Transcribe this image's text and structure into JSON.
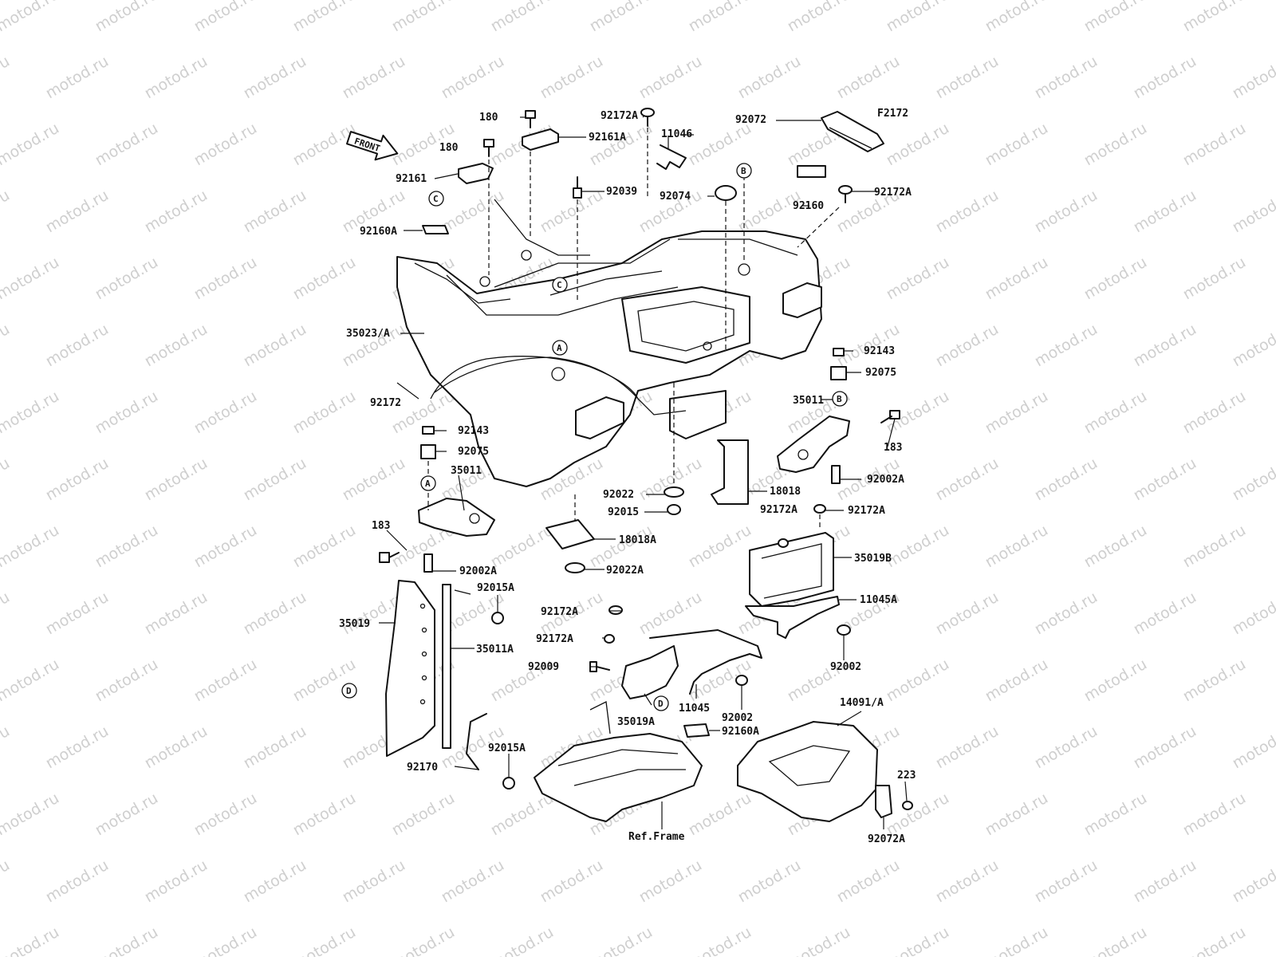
{
  "diagram_code": "F2172",
  "front_label": "FRONT",
  "watermark": "motod.ru",
  "ref_marks": {
    "a": "A",
    "b": "B",
    "c": "C",
    "d": "D"
  },
  "labels": {
    "p180_a": "180",
    "p92172A_top": "92172A",
    "p92072": "92072",
    "p92161A": "92161A",
    "p11046": "11046",
    "p180_b": "180",
    "p92161": "92161",
    "p92039": "92039",
    "p92074": "92074",
    "p92160": "92160",
    "p92172A_right": "92172A",
    "p92160A_top": "92160A",
    "p35023A": "35023/A",
    "p92143_right": "92143",
    "p92075_right": "92075",
    "p92172": "92172",
    "p35011_right": "35011",
    "p183_right": "183",
    "p92143_left": "92143",
    "p92075_left": "92075",
    "p35011_left": "35011",
    "p92002A_right": "92002A",
    "p18018": "18018",
    "p92022": "92022",
    "p92015": "92015",
    "p92172A_mid1": "92172A",
    "p92172A_mid2": "92172A",
    "p183_left": "183",
    "p18018A": "18018A",
    "p35019B": "35019B",
    "p92022A": "92022A",
    "p92002A_left": "92002A",
    "p92015A_top": "92015A",
    "p11045A": "11045A",
    "p92172A_low1": "92172A",
    "p35019": "35019",
    "p92172A_low2": "92172A",
    "p35011A": "35011A",
    "p92002_right": "92002",
    "p92009": "92009",
    "p11045": "11045",
    "p35019A": "35019A",
    "p92002_low": "92002",
    "p14091A": "14091/A",
    "p92160A_low": "92160A",
    "p92015A_low": "92015A",
    "p92170": "92170",
    "p223": "223",
    "ref_frame": "Ref.Frame",
    "p92072A": "92072A"
  }
}
